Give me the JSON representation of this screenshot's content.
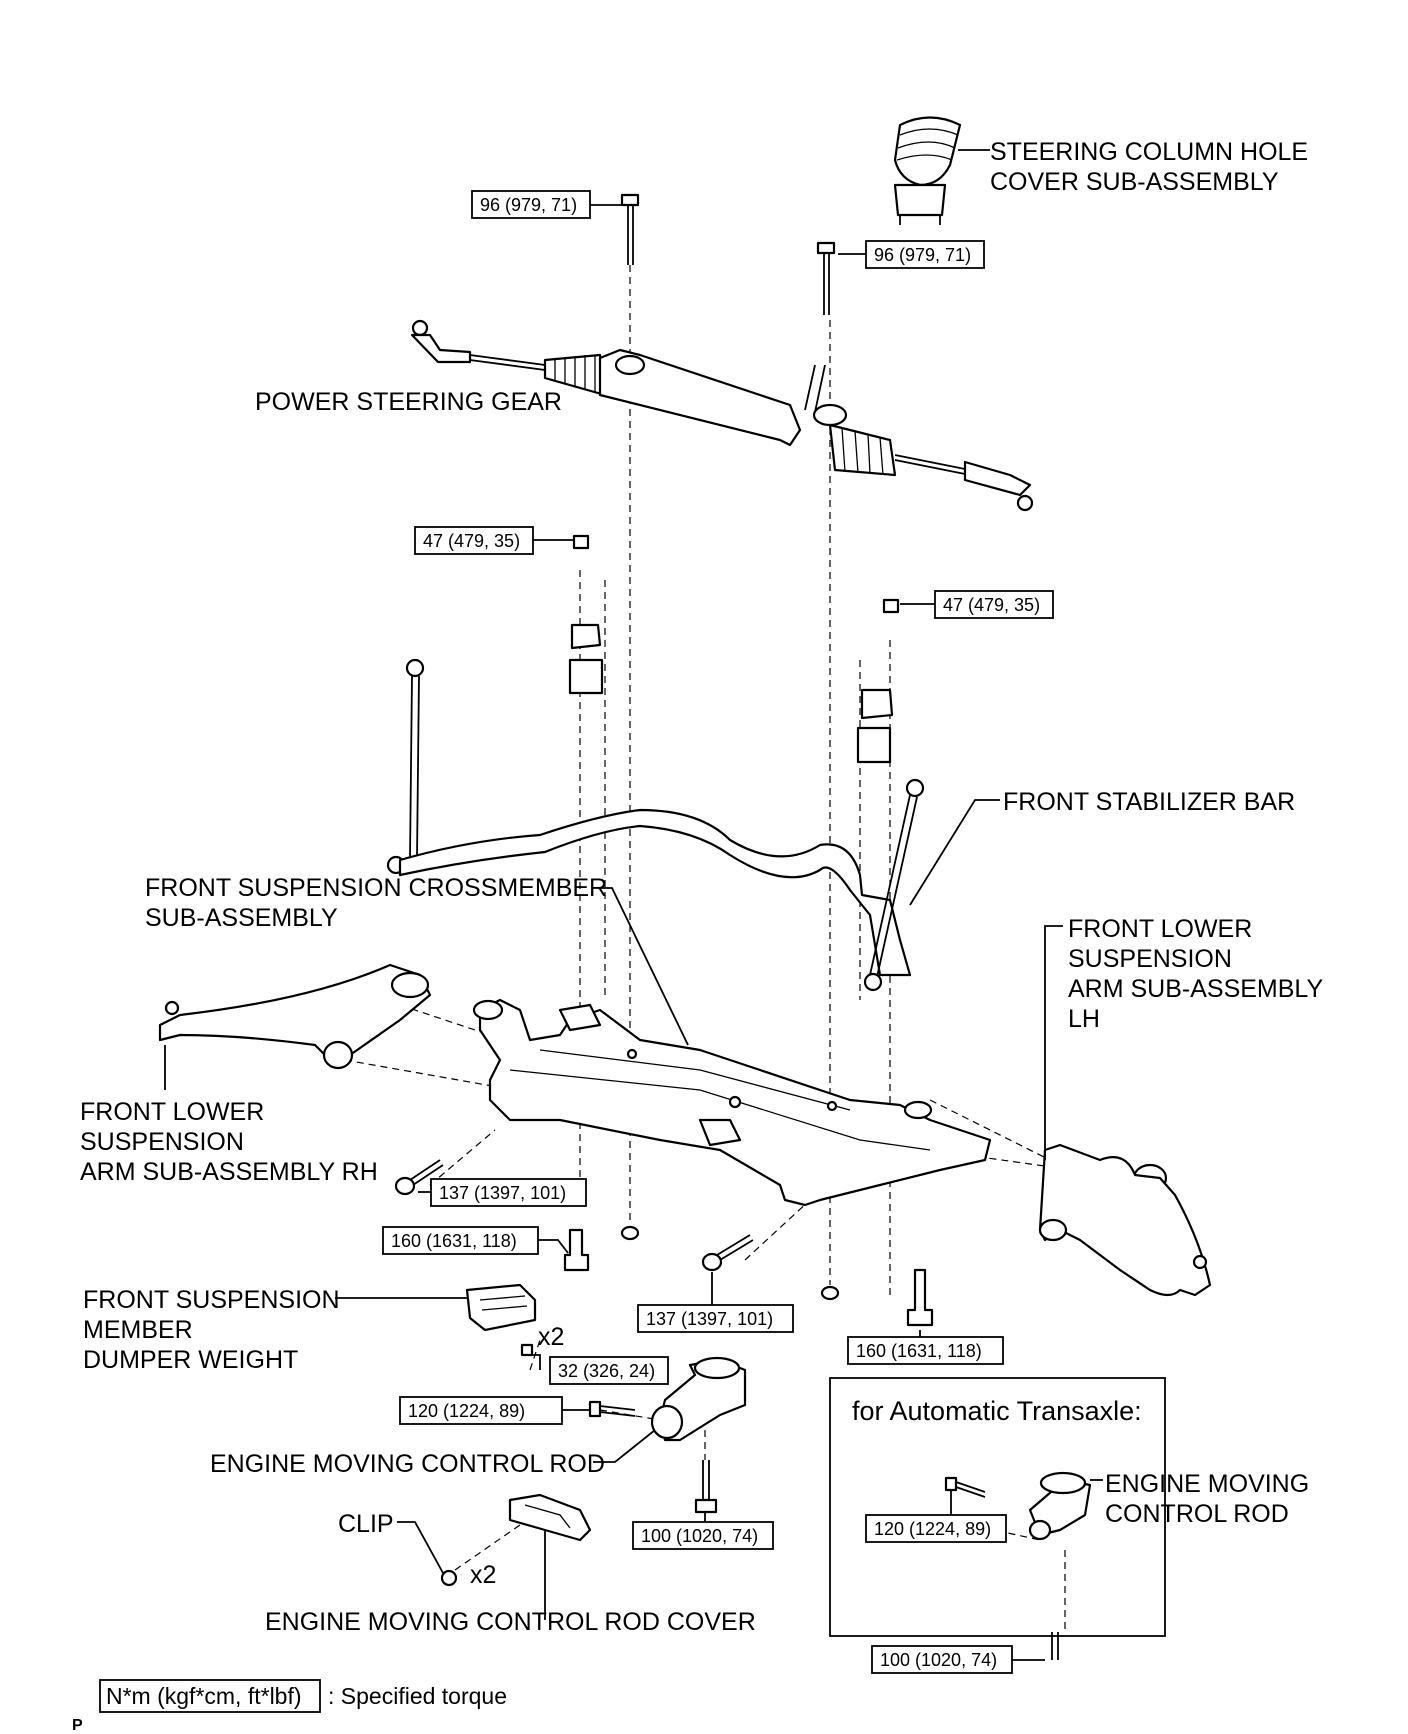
{
  "labels": {
    "steering_cover": [
      "STEERING COLUMN HOLE",
      "COVER SUB-ASSEMBLY"
    ],
    "power_steering_gear": "POWER STEERING GEAR",
    "front_stabilizer_bar": "FRONT STABILIZER BAR",
    "crossmember": [
      "FRONT SUSPENSION CROSSMEMBER",
      "SUB-ASSEMBLY"
    ],
    "lower_arm_lh": [
      "FRONT LOWER",
      "SUSPENSION",
      "ARM SUB-ASSEMBLY",
      "LH"
    ],
    "lower_arm_rh": [
      "FRONT LOWER",
      "SUSPENSION",
      "ARM SUB-ASSEMBLY RH"
    ],
    "dumper_weight": [
      "FRONT SUSPENSION",
      "MEMBER",
      "DUMPER WEIGHT"
    ],
    "qty_x2_dumper": "x2",
    "engine_rod": "ENGINE MOVING CONTROL ROD",
    "clip": "CLIP",
    "qty_x2_clip": "x2",
    "engine_rod_cover": "ENGINE MOVING CONTROL ROD COVER",
    "auto_transaxle_title": "for Automatic Transaxle:",
    "auto_engine_rod": [
      "ENGINE MOVING",
      "CONTROL ROD"
    ]
  },
  "torques": {
    "gear_bolt_left": "96 (979, 71)",
    "gear_bolt_right": "96 (979, 71)",
    "stab_bracket_left": "47 (479, 35)",
    "stab_bracket_right": "47 (479, 35)",
    "arm_bolt_rh": "137 (1397, 101)",
    "crossmember_bolt_rh": "160 (1631, 118)",
    "arm_bolt_lh": "137 (1397, 101)",
    "crossmember_bolt_lh": "160 (1631, 118)",
    "dumper_bolt": "32 (326, 24)",
    "rod_bolt_front": "120 (1224, 89)",
    "rod_bolt_lower": "100 (1020, 74)",
    "auto_rod_bolt_front": "120 (1224, 89)",
    "auto_rod_bolt_lower": "100 (1020, 74)"
  },
  "legend": {
    "unit_box": "N*m (kgf*cm, ft*lbf)",
    "text": ": Specified torque"
  },
  "footer_mark": "P"
}
